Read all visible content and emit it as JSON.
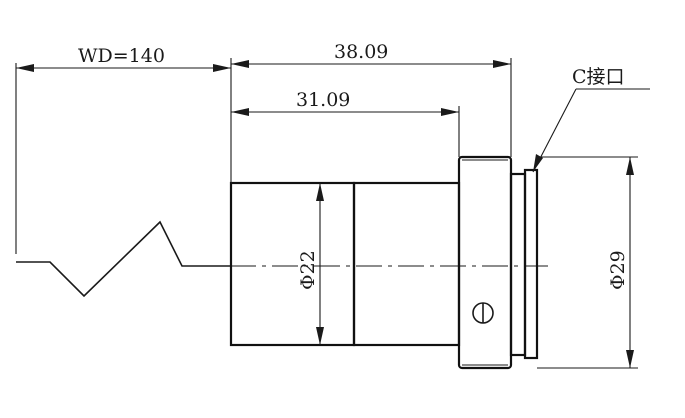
{
  "dimensions": {
    "working_distance": "WD=140",
    "overall_length": "38.09",
    "body_length": "31.09",
    "body_diameter": "Φ22",
    "flange_diameter": "Φ29",
    "mount_label": "C接口"
  },
  "colors": {
    "line": "#1a1a1a",
    "background": "#ffffff"
  }
}
